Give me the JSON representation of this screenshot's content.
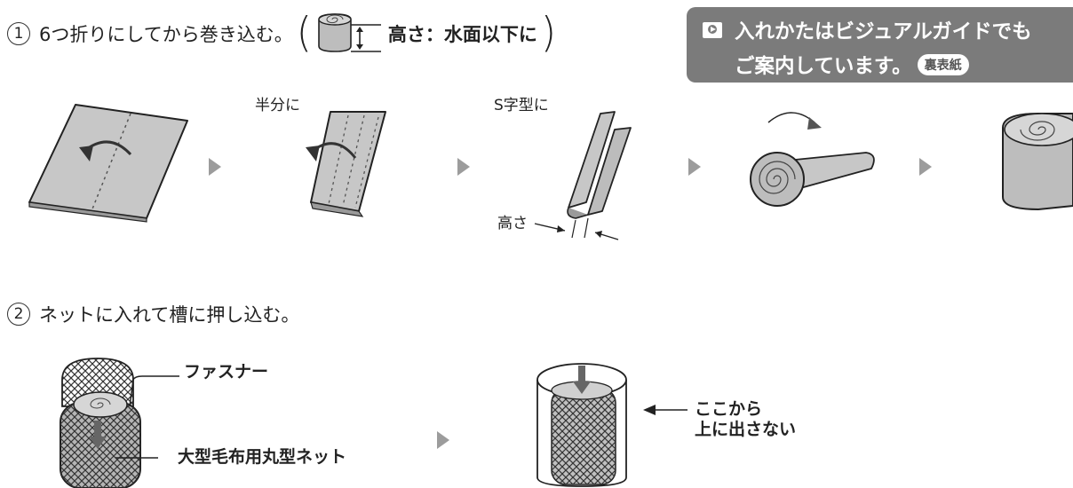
{
  "step1": {
    "number": "1",
    "text": "6つ折りにしてから巻き込む。",
    "height_note": "高さ：水面以下に"
  },
  "banner": {
    "line1": "入れかたはビジュアルガイドでも",
    "line2": "ご案内しています。",
    "badge": "裏表紙"
  },
  "fold_labels": {
    "half": "半分に",
    "s_shape": "S字型に",
    "height": "高さ"
  },
  "step2": {
    "number": "2",
    "text": "ネットに入れて槽に押し込む。"
  },
  "callouts": {
    "fastener": "ファスナー",
    "net": "大型毛布用丸型ネット",
    "limit_line1": "ここから",
    "limit_line2": "上に出さない"
  },
  "icons": [
    "video-icon",
    "arrow-right-icon",
    "curved-arrow-icon",
    "down-arrow-icon"
  ]
}
